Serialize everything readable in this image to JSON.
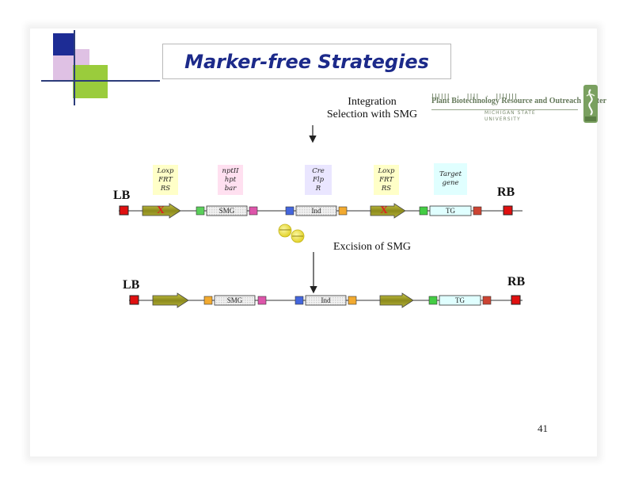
{
  "title": "Marker-free Strategies",
  "logo": {
    "acronym": "PBRC",
    "center_name": "Plant Biotechnology Resource and Outreach Center",
    "university": "MICHIGAN STATE",
    "university_sub": "UNIVERSITY"
  },
  "steps": {
    "integration_line1": "Integration",
    "integration_line2": "Selection with SMG",
    "excision": "Excision of SMG"
  },
  "top_construct": {
    "left_border": "LB",
    "right_border": "RB",
    "site_label_1": [
      "Loxp",
      "FRT",
      "RS"
    ],
    "marker_label": [
      "nptII",
      "hpt",
      "bar"
    ],
    "recombinase_label": [
      "Cre",
      "Flp",
      "R"
    ],
    "site_label_2": [
      "Loxp",
      "FRT",
      "RS"
    ],
    "target_label": [
      "Target",
      "gene"
    ],
    "smg_box": "SMG",
    "ind_box": "Ind",
    "tg_box": "TG",
    "site_mark": "X"
  },
  "bottom_construct": {
    "left_border": "LB",
    "right_border": "RB",
    "smg_box": "SMG",
    "ind_box": "Ind",
    "tg_box": "TG"
  },
  "page_number": "41",
  "colors": {
    "title": "#1c2a8a",
    "border_red": "#e01010",
    "arrow_olive": "#8c8a1c",
    "site_x": "#e02020",
    "callout_yellow": "#ffffc8",
    "callout_cyan": "#e0ffff",
    "callout_pink": "#ffe0f0",
    "callout_lavender": "#eae6ff",
    "promoter_green": "#44cc44",
    "promoter_blue": "#4466dd",
    "promoter_pink": "#dd55aa",
    "terminator_orange": "#f2aa30",
    "terminator_red": "#cc4433",
    "enzyme_yellow": "#f4e53c"
  }
}
